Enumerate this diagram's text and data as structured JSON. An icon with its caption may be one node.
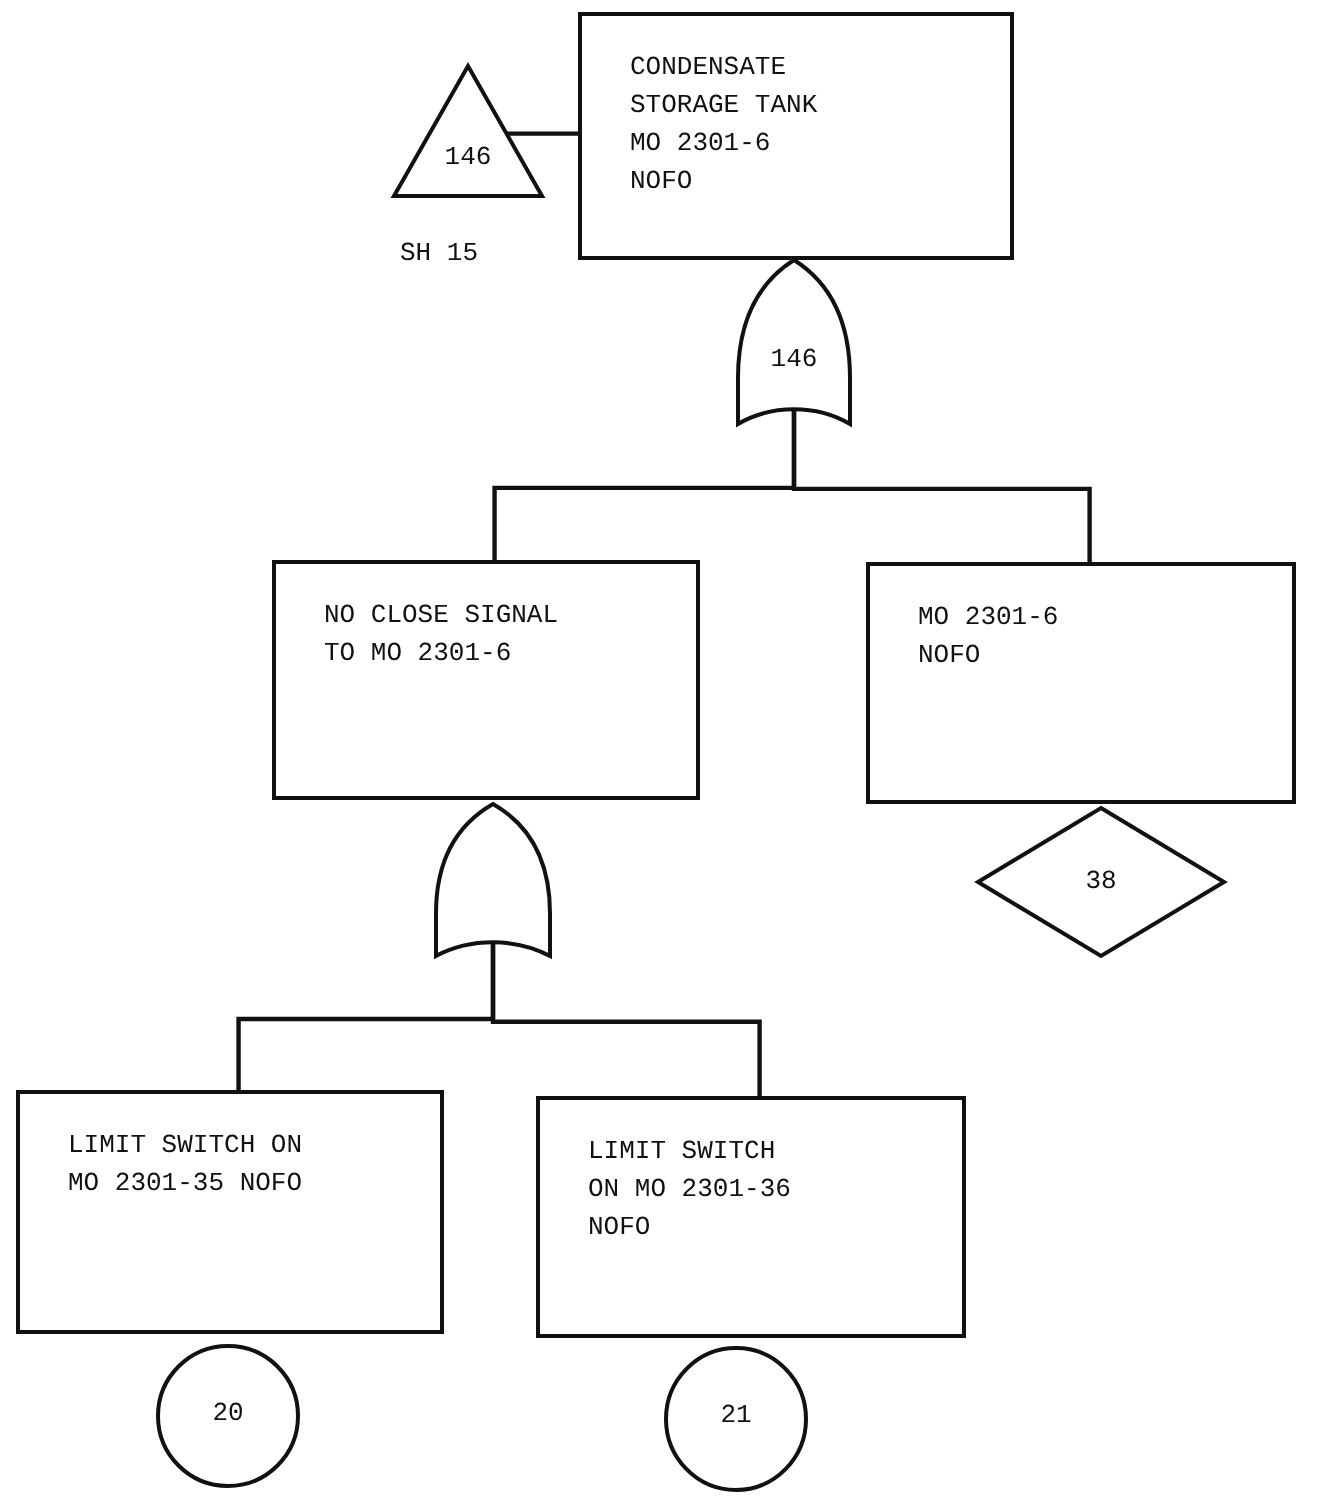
{
  "diagram": {
    "nodes": [
      {
        "text": [
          "146"
        ],
        "beside": [
          "SH 15"
        ]
      },
      {
        "text": [
          "CONDENSATE STORAGE TANK MO 2301-6 NOFO"
        ]
      },
      {
        "text": [
          "146"
        ]
      },
      {
        "text": [
          "NO CLOSE SIGNAL TO MO 2301-6"
        ]
      },
      {
        "text": [
          "MO 2301-6 NOFO"
        ]
      },
      {
        "text": [],
        "shape": "gate"
      },
      {
        "text": [
          "38"
        ]
      },
      {
        "text": [
          "LIMIT SWITCH ON MO 2301-35 NOFO"
        ]
      },
      {
        "text": [
          "LIMIT SWITCH ON MO 2301-36 NOFO"
        ]
      },
      {
        "text": [
          "20"
        ]
      },
      {
        "text": [
          "21"
        ]
      }
    ],
    "edges": [
      {
        "from": 0,
        "to": 1,
        "arrow": "none"
      },
      {
        "from": 2,
        "to": 3,
        "arrow": "none"
      },
      {
        "from": 2,
        "to": 4,
        "arrow": "none"
      },
      {
        "from": 5,
        "to": 7,
        "arrow": "none"
      },
      {
        "from": 5,
        "to": 8,
        "arrow": "none"
      }
    ]
  }
}
